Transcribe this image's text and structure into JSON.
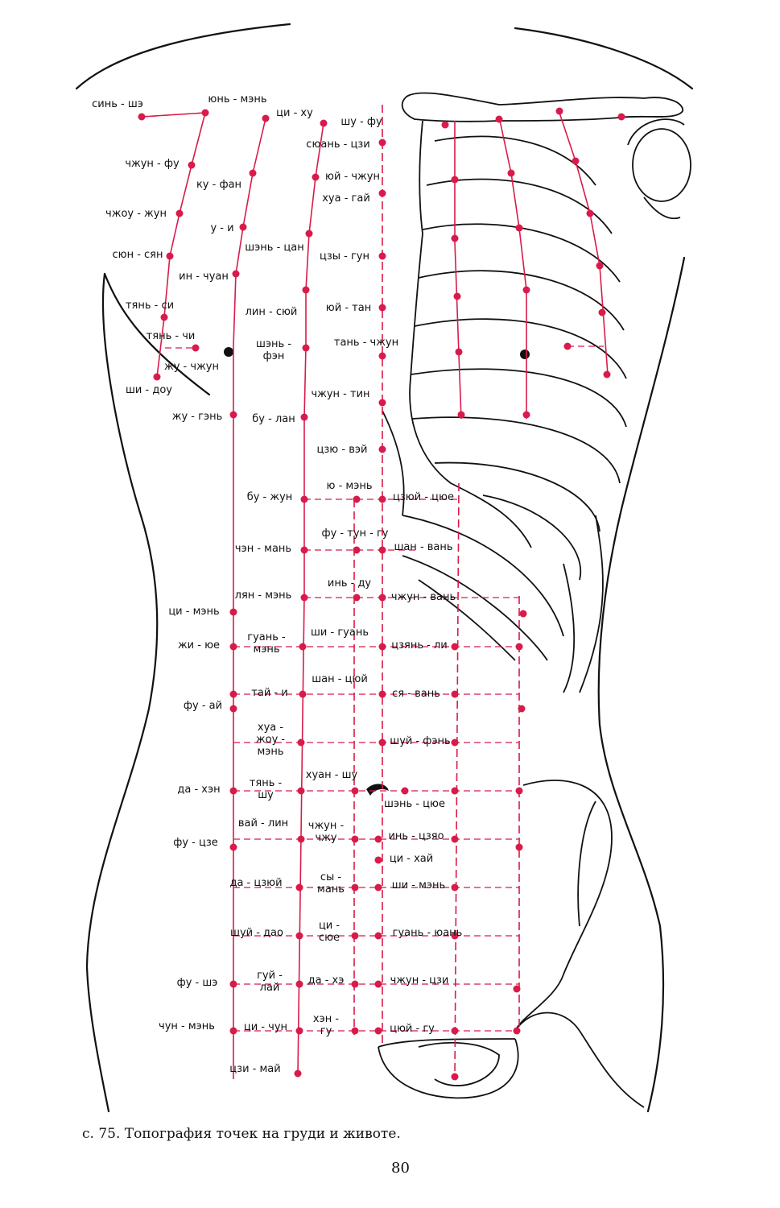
{
  "caption": "с. 75. Топография точек на груди и животе.",
  "page_number": "80",
  "colors": {
    "meridian": "#d81b4a",
    "outline": "#111111"
  },
  "labels": {
    "sin_she": "синь - шэ",
    "yun_men": "юнь - мэнь",
    "ci_hu": "ци - ху",
    "shu_fu": "шу - фу",
    "syuan_czi": "сюань - цзи",
    "chzhun_fu": "чжун - фу",
    "ku_fan": "ку - фан",
    "yuy_chzhun": "юй - чжун",
    "hua_gai": "хуа - гай",
    "chzhou_zhun": "чжоу - жун",
    "u_i": "у - и",
    "shen_can": "шэнь - цан",
    "czy_gun": "цзы - гун",
    "syun_syan": "сюн - сян",
    "in_chuan": "ин - чуан",
    "tyan_si": "тянь - си",
    "lin_syuy": "лин - сюй",
    "yuy_tan": "юй - тан",
    "tyan_chi": "тянь - чи",
    "shen_fen": "шэнь -\nфэн",
    "tan_chzhun": "тань - чжун",
    "zhu_chzhun": "жу - чжун",
    "shi_dou": "ши - доу",
    "chzhun_tin": "чжун - тин",
    "zhu_gen": "жу - гэнь",
    "bu_lan": "бу - лан",
    "czyu_vey": "цзю - вэй",
    "yu_men": "ю - мэнь",
    "bu_zhun": "бу - жун",
    "czyuy_cyue": "цзюй - цюе",
    "fu_tun_gu": "фу - тун - гу",
    "chen_man": "чэн - мань",
    "shan_van": "шан - вань",
    "in_du": "инь - ду",
    "lyan_men": "лян - мэнь",
    "chzhun_van": "чжун - вань",
    "ci_men": "ци - мэнь",
    "shi_guan": "ши - гуань",
    "zhi_yue": "жи - юе",
    "guan_men": "гуань -\nмэнь",
    "czyan_li": "цзянь - ли",
    "shan_cyuy": "шан - цюй",
    "tay_i": "тай - и",
    "sya_van": "ся - вань",
    "fu_ay": "фу - ай",
    "hua_zhou_men": "хуа -\nжоу -\nмэнь",
    "shuy_fen": "шуй - фэнь",
    "huan_shu": "хуан - шу",
    "da_hen": "да - хэн",
    "tyan_shu": "тянь -\nшу",
    "shen_cyue": "шэнь - цюе",
    "vay_lin": "вай - лин",
    "chzhun_chzhu": "чжун -\nчжу",
    "in_czyao": "инь - цзяо",
    "fu_cze": "фу - цзе",
    "ci_hay": "ци - хай",
    "da_czyuy": "да - цзюй",
    "sy_man": "сы -\nмань",
    "shi_men": "ши - мэнь",
    "shuy_dao": "шуй - дао",
    "ci_syue": "ци -\nсюе",
    "guan_yuan": "гуань - юань",
    "fu_she": "фу - шэ",
    "guy_lay": "гуй -\nлай",
    "da_he": "да - хэ",
    "chzhun_czi": "чжун - цзи",
    "chun_men": "чун - мэнь",
    "ci_chun": "ци - чун",
    "hen_gu": "хэн -\nгу",
    "cyuy_gu": "цюй - гу",
    "czi_may": "цзи - май"
  }
}
